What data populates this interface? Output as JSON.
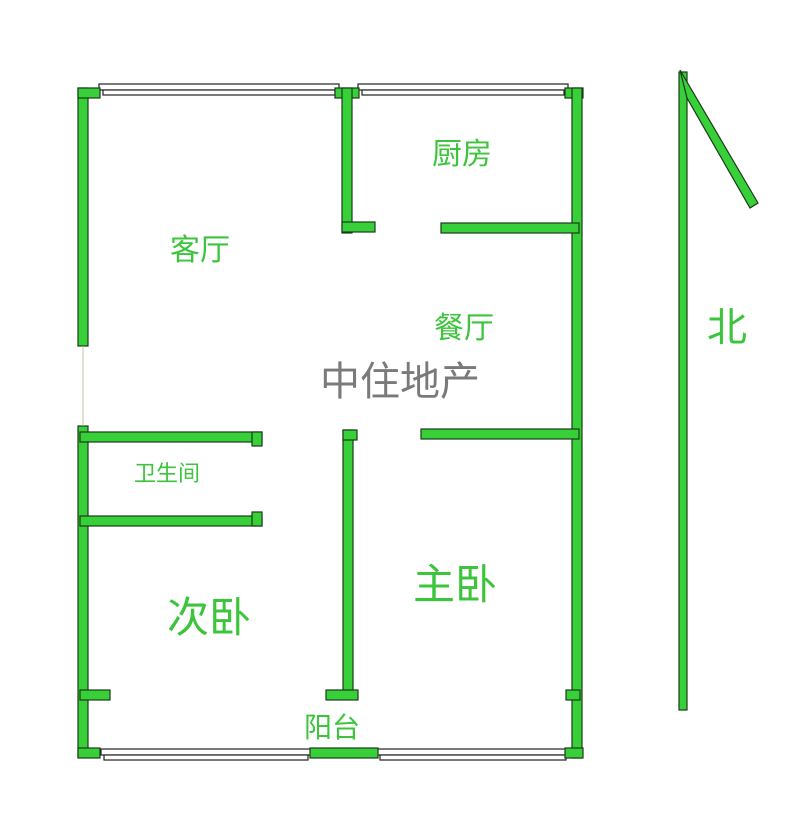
{
  "colors": {
    "wall_fill": "#38d038",
    "wall_stroke": "#1a3a1a",
    "label": "#3cc43c",
    "watermark": "#7a7a7a",
    "window_stroke": "#222222"
  },
  "rooms": {
    "living_room": "客厅",
    "kitchen": "厨房",
    "dining_room": "餐厅",
    "bathroom": "卫生间",
    "second_bedroom": "次卧",
    "master_bedroom": "主卧",
    "balcony": "阳台"
  },
  "watermark": "中住地产",
  "compass": {
    "label": "北"
  }
}
